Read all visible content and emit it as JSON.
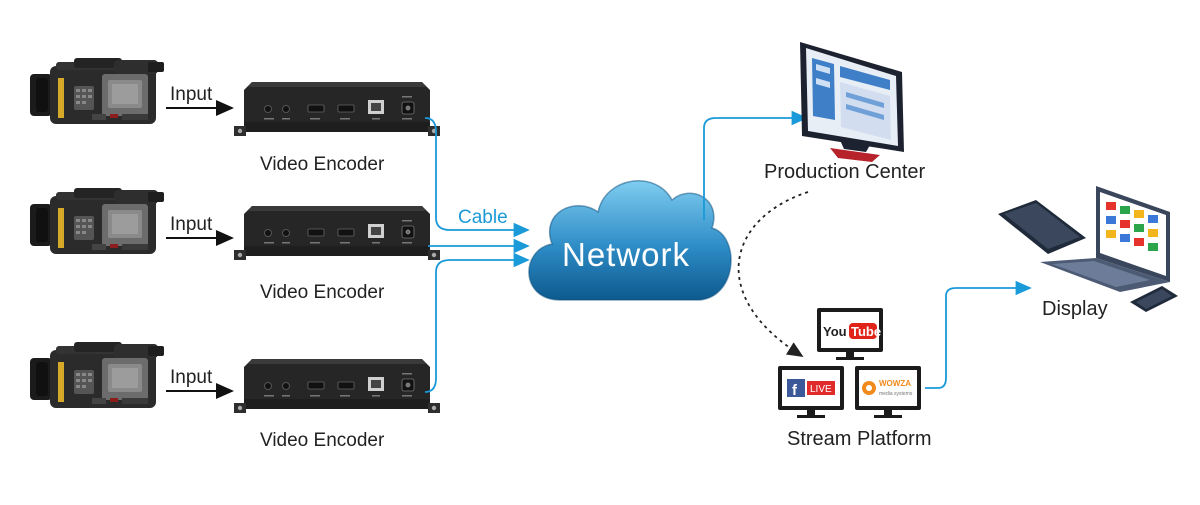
{
  "colors": {
    "cable": "#1a9ad8",
    "cloud_top": "#6ec4ea",
    "cloud_bottom": "#0d5f96",
    "encoder_body": "#2b2b2b",
    "camera_body": "#2a2a2a",
    "accent_yellow": "#d7a928"
  },
  "labels": {
    "input_1": "Input",
    "input_2": "Input",
    "input_3": "Input",
    "encoder_1": "Video Encoder",
    "encoder_2": "Video Encoder",
    "encoder_3": "Video Encoder",
    "cable": "Cable",
    "network": "Network",
    "production_center": "Production Center",
    "stream_platform": "Stream Platform",
    "display": "Display"
  },
  "platforms": {
    "youtube_you": "You",
    "youtube_tube": "Tube",
    "facebook_f": "f",
    "facebook_live": "LIVE",
    "wowza_name": "WOWZA",
    "wowza_sub": "media systems"
  },
  "icons": [
    "camcorder-icon",
    "encoder-device-icon",
    "cloud-icon",
    "monitor-icon",
    "laptop-icon",
    "tablet-icon",
    "phone-icon"
  ]
}
